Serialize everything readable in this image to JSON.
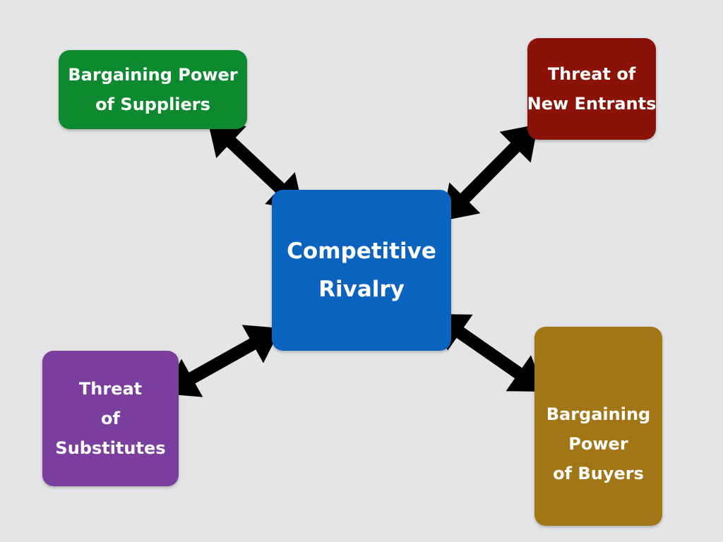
{
  "colors": {
    "background": "#e4e5e7",
    "suppliers": "#0d8a2f",
    "entrants": "#8a1206",
    "rivalry": "#0b63c0",
    "substitutes": "#7a3f9e",
    "buyers": "#a27614",
    "arrow": "#000000"
  },
  "center": {
    "lines": [
      "Competitive",
      "Rivalry"
    ]
  },
  "nodes": {
    "suppliers": {
      "lines": [
        "Bargaining Power",
        "of Suppliers"
      ]
    },
    "entrants": {
      "lines": [
        "Threat of",
        "New Entrants"
      ]
    },
    "substitutes": {
      "lines": [
        "Threat",
        "of",
        "Substitutes"
      ]
    },
    "buyers": {
      "lines": [
        "Bargaining",
        "Power",
        "of Buyers"
      ]
    }
  },
  "edges": [
    {
      "from": "center",
      "to": "suppliers",
      "style": "double-arrow"
    },
    {
      "from": "center",
      "to": "entrants",
      "style": "double-arrow"
    },
    {
      "from": "center",
      "to": "substitutes",
      "style": "double-arrow"
    },
    {
      "from": "center",
      "to": "buyers",
      "style": "double-arrow"
    }
  ]
}
